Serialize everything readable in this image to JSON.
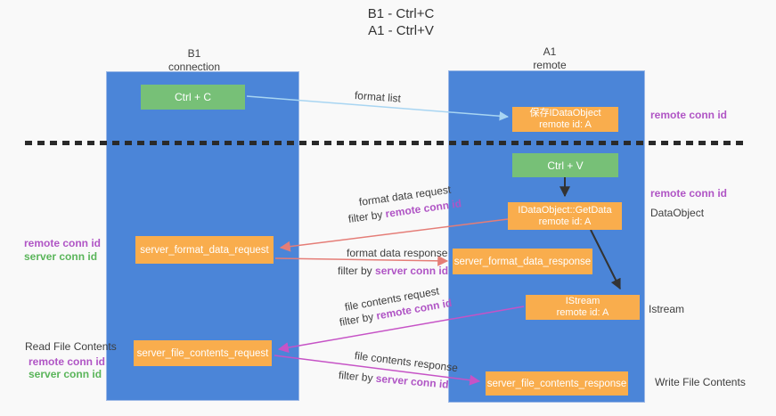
{
  "title": {
    "line1": "B1 - Ctrl+C",
    "line2": "A1 - Ctrl+V"
  },
  "columns": {
    "left": {
      "name": "B1",
      "role": "connection"
    },
    "right": {
      "name": "A1",
      "role": "remote"
    }
  },
  "boxes": {
    "ctrl_c": "Ctrl + C",
    "ctrl_v": "Ctrl + V",
    "save_idataobject": {
      "line1": "保存IDataObject",
      "line2": "remote id: A"
    },
    "getdata": {
      "line1": "IDataObject::GetData",
      "line2": "remote id: A"
    },
    "istream": {
      "line1": "IStream",
      "line2": "remote id: A"
    },
    "format_request": "server_format_data_request",
    "format_response": "server_format_data_response",
    "file_request": "server_file_contents_request",
    "file_response": "server_file_contents_response"
  },
  "arrow_labels": {
    "format_list": "format list",
    "format_data_request": "format data request",
    "format_data_response": "format data response",
    "file_contents_request": "file contents request",
    "file_contents_response": "file contents response",
    "filter_by": "filter by ",
    "remote_conn_id": "remote conn id",
    "server_conn_id": "server conn id"
  },
  "side_labels": {
    "remote_conn_id": "remote conn id",
    "server_conn_id": "server conn id",
    "dataobject": "DataObject",
    "istream": "Istream",
    "read_file_contents": "Read File Contents",
    "write_file_contents": "Write File Contents"
  },
  "colors": {
    "lifeline-blue": "#4b85d8",
    "green-box": "#77c077",
    "orange-box": "#f9ad4d",
    "salmon-arrow": "#e57d77",
    "magenta-arrow": "#c653c6",
    "lightblue-arrow": "#a8d5f2",
    "black-arrow": "#333333",
    "purple-text": "#b055c5",
    "green-text": "#5ab55a",
    "dash-black": "#2a2a2a"
  }
}
